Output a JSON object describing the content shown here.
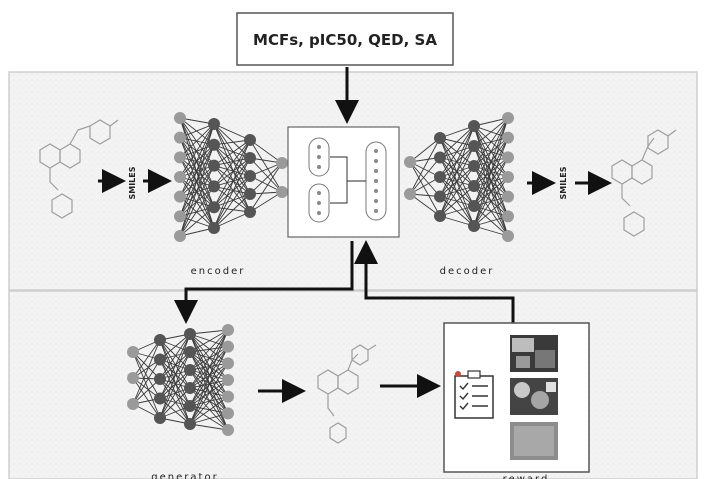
{
  "top_box": {
    "label": "MCFs, pIC50, QED, SA"
  },
  "upper_panel": {
    "input_arrow_label": "SMILES",
    "output_arrow_label": "SMILES",
    "encoder_label": "encoder",
    "decoder_label": "decoder"
  },
  "lower_panel": {
    "generator_label": "generator",
    "reward_label": "reward"
  },
  "colors": {
    "node_dark": "#555555",
    "node_light": "#9a9a9a",
    "panel_bg": "#f4f4f4",
    "arrow": "#111111"
  },
  "icons": [
    "molecule-icon",
    "checklist-icon",
    "neural-network-icon",
    "latent-space-icon"
  ]
}
